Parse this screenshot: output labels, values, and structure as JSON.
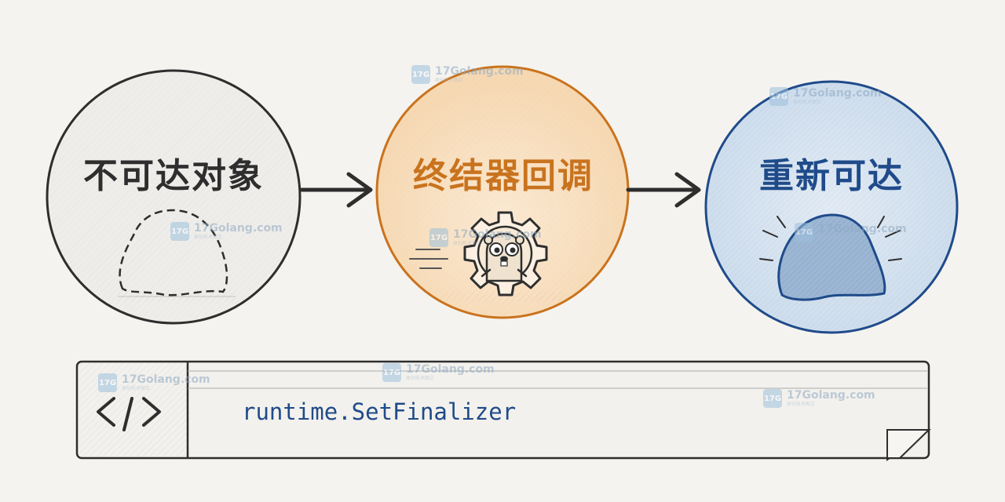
{
  "nodes": [
    {
      "label": "不可达对象"
    },
    {
      "label": "终结器回调"
    },
    {
      "label": "重新可达"
    }
  ],
  "code": {
    "text": "runtime.SetFinalizer"
  },
  "watermark": {
    "text": "17Golang.com",
    "subtext": "原创技术图文",
    "logo": "17G"
  },
  "colors": {
    "node1": "#2e2e2e",
    "node2": "#c9731e",
    "node3": "#1f4b8a",
    "node2_fill": "#f8e3c8",
    "node3_fill": "#c6d6e8",
    "code_text": "#1f4b8a"
  },
  "icons": {
    "arrow": "arrow-right-icon",
    "blob": "object-blob-icon",
    "gear": "gear-icon",
    "gopher": "gopher-icon",
    "code": "code-brackets-icon",
    "page_curl": "page-curl-icon"
  }
}
